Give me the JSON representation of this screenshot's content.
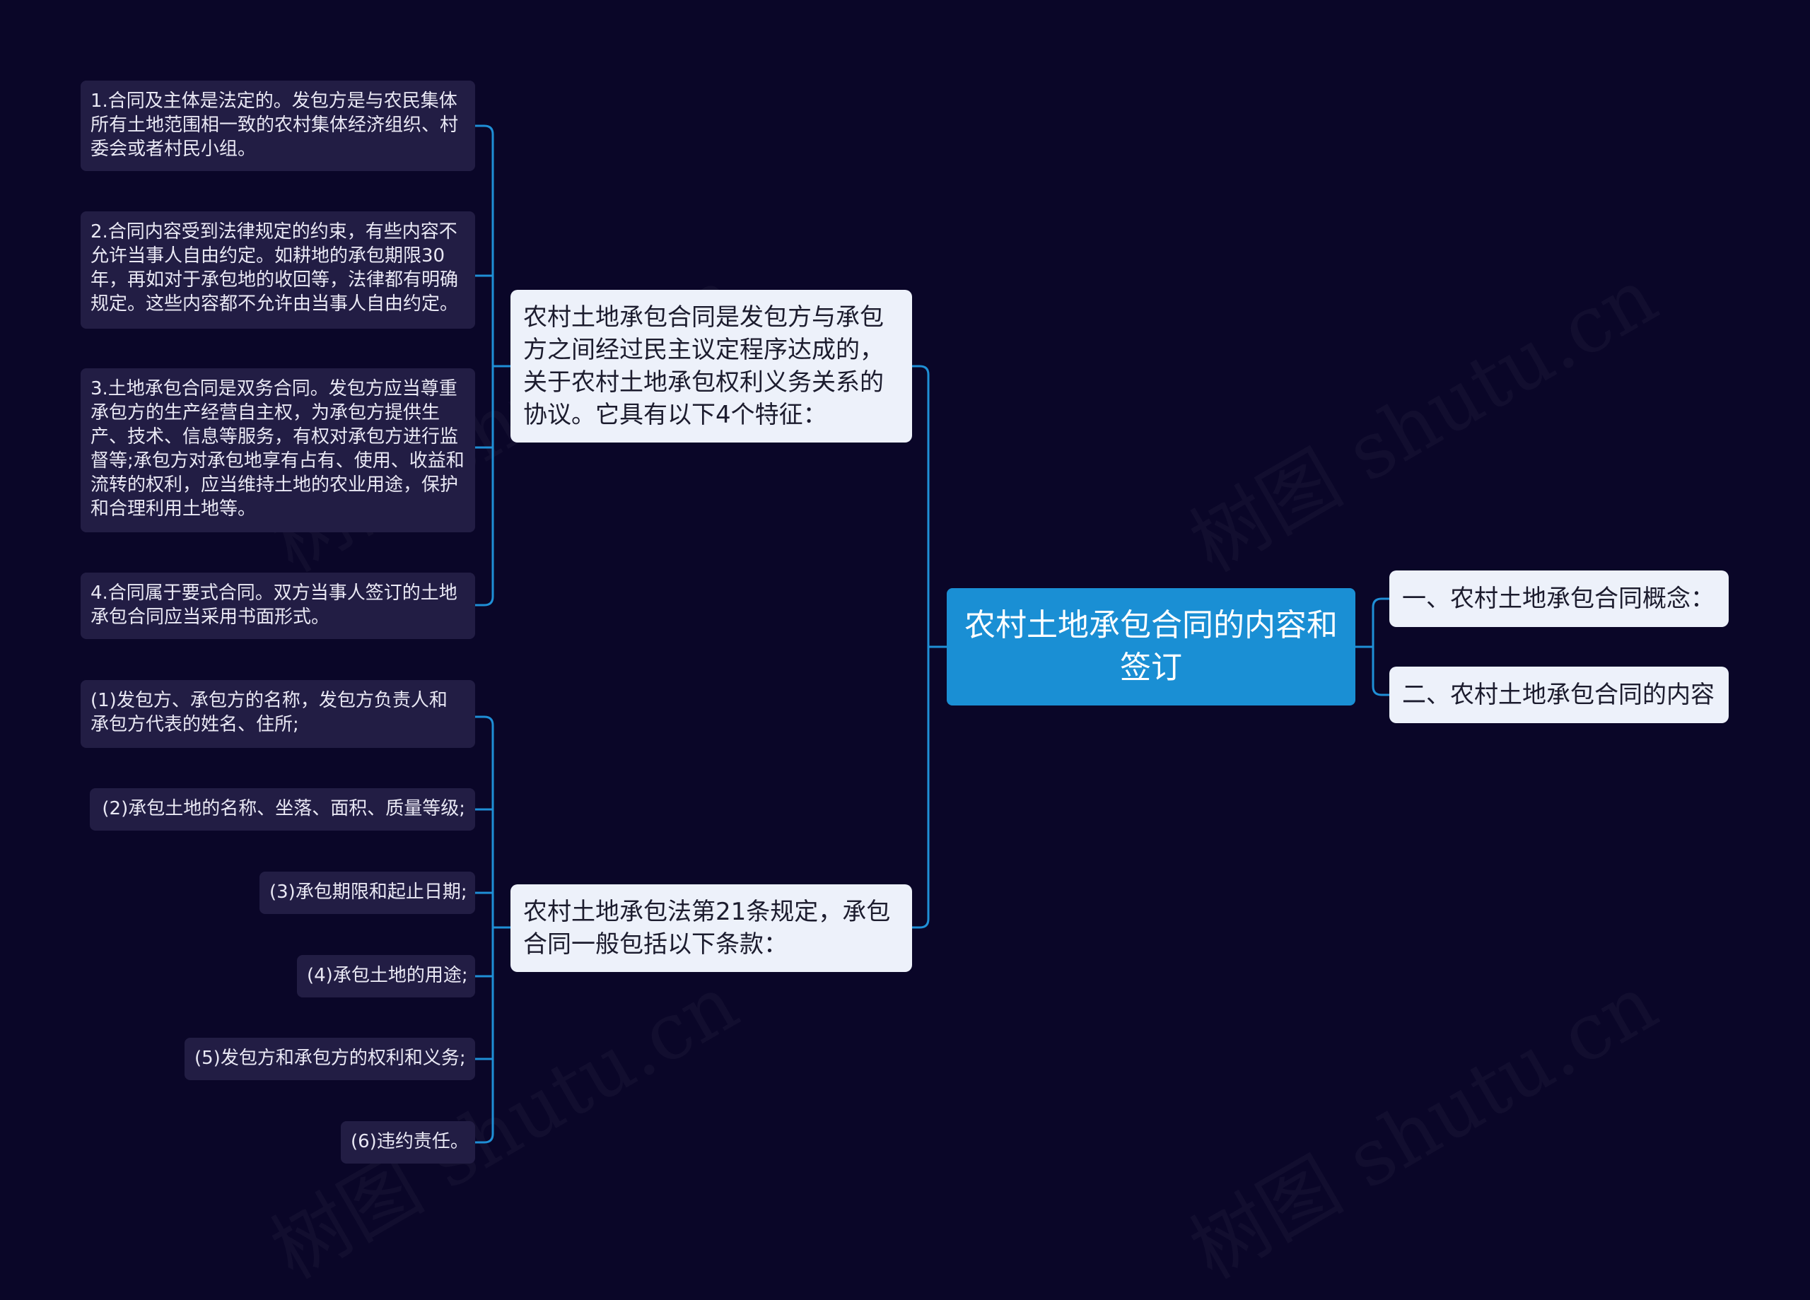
{
  "root": {
    "title": "农村土地承包合同的内容和签订"
  },
  "right_branches": [
    {
      "label": "一、农村土地承包合同概念："
    },
    {
      "label": "二、农村土地承包合同的内容"
    }
  ],
  "left_branches": [
    {
      "label": "农村土地承包合同是发包方与承包方之间经过民主议定程序达成的，关于农村土地承包权利义务关系的协议。它具有以下4个特征：",
      "items": [
        "1.合同及主体是法定的。发包方是与农民集体所有土地范围相一致的农村集体经济组织、村委会或者村民小组。",
        "2.合同内容受到法律规定的约束，有些内容不允许当事人自由约定。如耕地的承包期限30年，再如对于承包地的收回等，法律都有明确规定。这些内容都不允许由当事人自由约定。",
        "3.土地承包合同是双务合同。发包方应当尊重承包方的生产经营自主权，为承包方提供生产、技术、信息等服务，有权对承包方进行监督等;承包方对承包地享有占有、使用、收益和流转的权利，应当维持土地的农业用途，保护和合理利用土地等。",
        "4.合同属于要式合同。双方当事人签订的土地承包合同应当采用书面形式。"
      ]
    },
    {
      "label": "农村土地承包法第21条规定，承包合同一般包括以下条款：",
      "items": [
        "(1)发包方、承包方的名称，发包方负责人和承包方代表的姓名、住所;",
        "(2)承包土地的名称、坐落、面积、质量等级;",
        "(3)承包期限和起止日期;",
        "(4)承包土地的用途;",
        "(5)发包方和承包方的权利和义务;",
        "(6)违约责任。"
      ]
    }
  ],
  "watermark": "树图 shutu.cn",
  "colors": {
    "background": "#0a0628",
    "root": "#1a8fd4",
    "connector": "#1f8fd6",
    "branch": "#edf1fa",
    "leaf": "#221d44"
  }
}
